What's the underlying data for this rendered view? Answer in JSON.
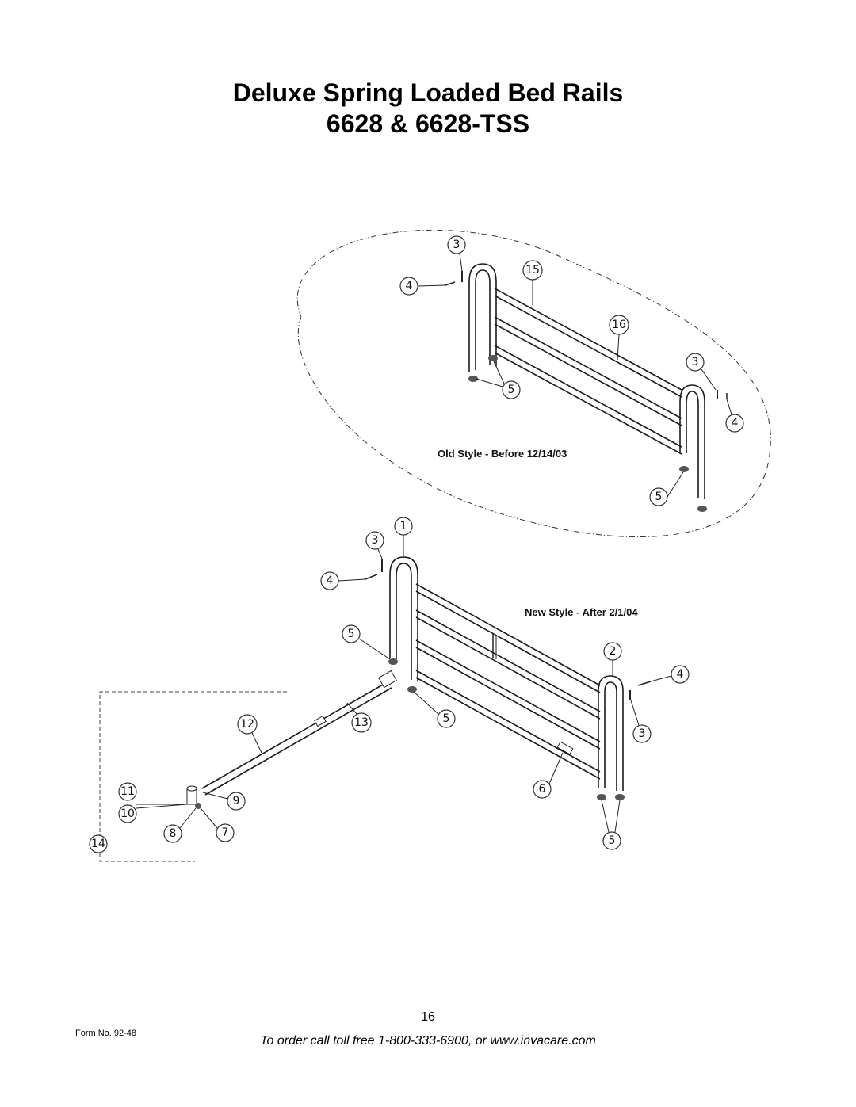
{
  "title": {
    "line1": "Deluxe Spring Loaded Bed Rails",
    "line2": "6628 & 6628-TSS"
  },
  "diagram": {
    "old_style_caption": "Old Style - Before 12/14/03",
    "new_style_caption": "New Style - After 2/1/04",
    "old_style_callouts": [
      "3",
      "4",
      "15",
      "16",
      "3",
      "5",
      "4",
      "5"
    ],
    "new_style_callouts": [
      "1",
      "3",
      "4",
      "5",
      "2",
      "4",
      "3",
      "5",
      "6",
      "5",
      "12",
      "13",
      "11",
      "9",
      "10",
      "8",
      "7",
      "14"
    ]
  },
  "footer": {
    "page_number": "16",
    "form_no": "Form No.  92-48",
    "order_line": "To order call toll free 1-800-333-6900, or www.invacare.com"
  }
}
